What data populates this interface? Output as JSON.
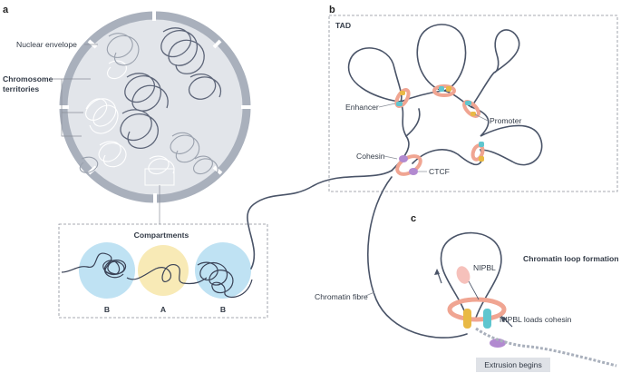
{
  "panels": {
    "a": "a",
    "b": "b",
    "c": "c"
  },
  "panel_a": {
    "nuclear_envelope": "Nuclear envelope",
    "chromosome_territories_line1": "Chromosome",
    "chromosome_territories_line2": "territories",
    "compartments_title": "Compartments",
    "compartment_labels": [
      "B",
      "A",
      "B"
    ]
  },
  "panel_b": {
    "title": "TAD",
    "enhancer": "Enhancer",
    "promoter": "Promoter",
    "cohesin": "Cohesin",
    "ctcf": "CTCF"
  },
  "panel_c": {
    "title": "Chromatin loop formation",
    "chromatin_fibre": "Chromatin fibre",
    "nipbl": "NIPBL",
    "nipbl_loads": "NIPBL loads cohesin",
    "extrusion": "Extrusion begins"
  },
  "colors": {
    "envelope": "#a9b0bc",
    "nucleus": "#e2e5ea",
    "compartment_b": "#bfe2f3",
    "compartment_a": "#f8eab6",
    "cohesin_ring": "#f0a592",
    "ctcf": "#b28ad0",
    "enhancer": "#5fc6cf",
    "promoter": "#e9b945",
    "nipbl": "#f6c1bb",
    "fibre": "#4a5468"
  }
}
